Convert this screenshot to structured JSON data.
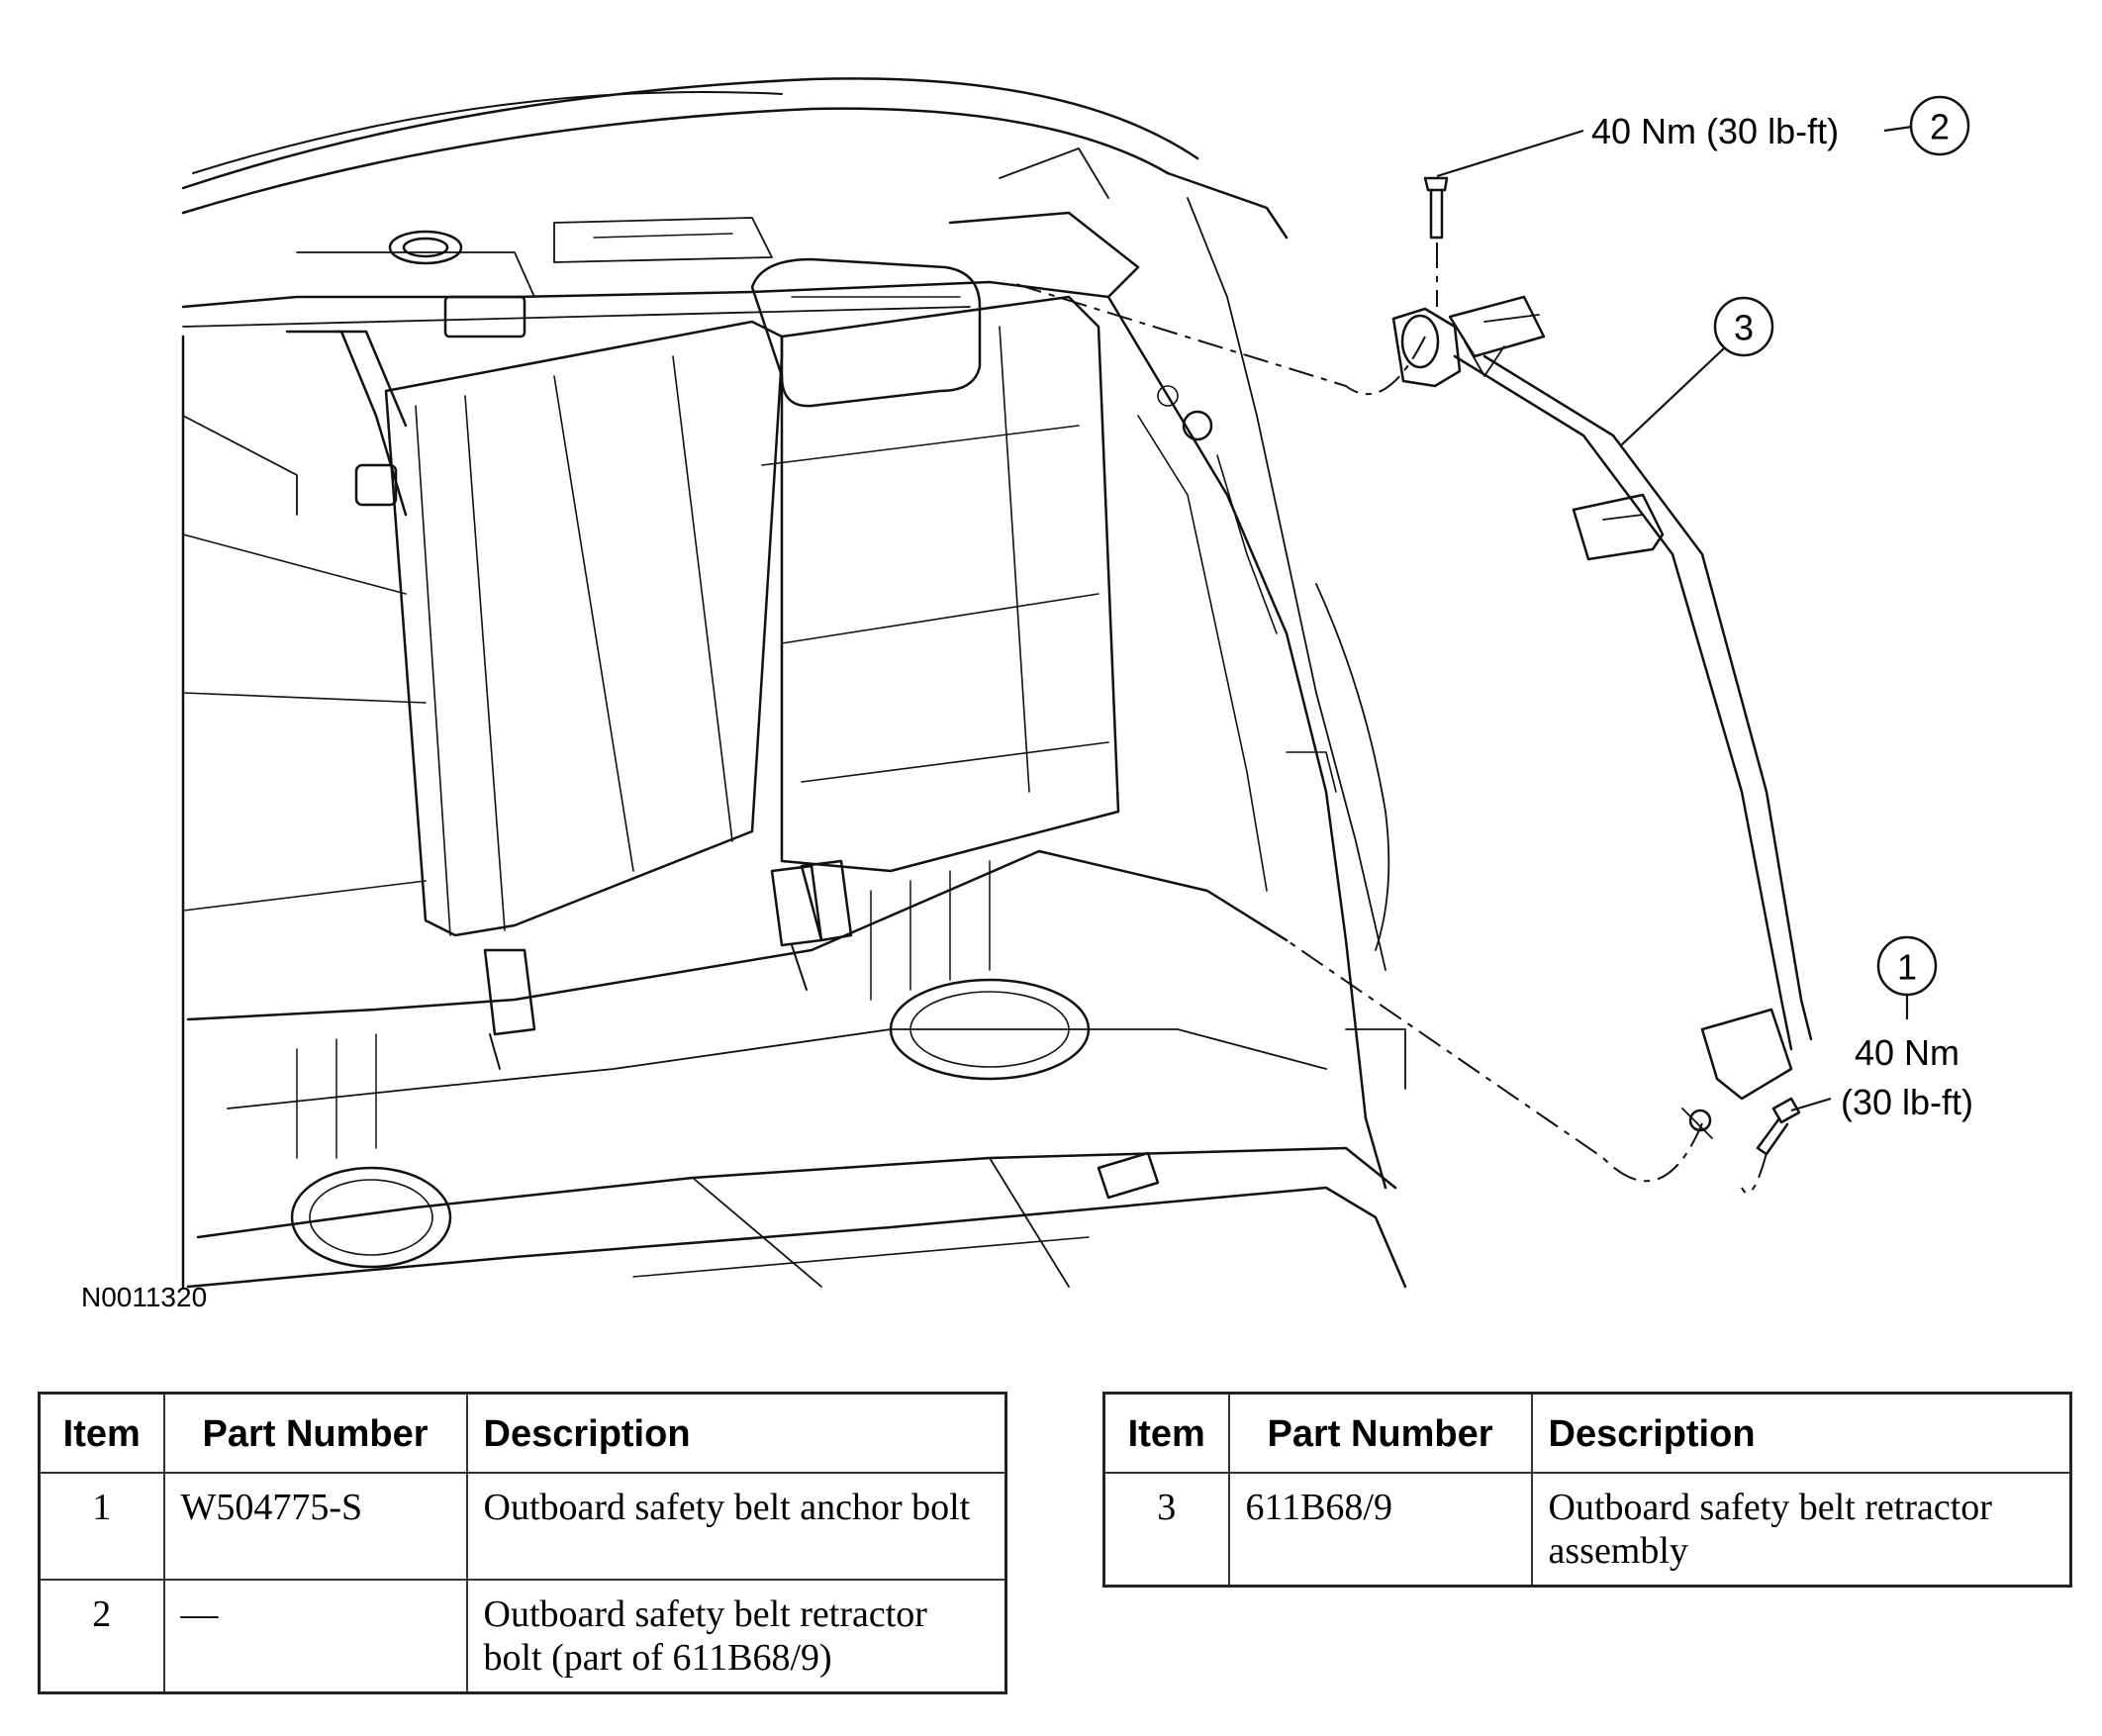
{
  "figure": {
    "id": "N0011320",
    "callouts": [
      {
        "number": "2",
        "torque": "40 Nm (30 lb-ft)"
      },
      {
        "number": "3"
      },
      {
        "number": "1",
        "torque_line1": "40 Nm",
        "torque_line2": "(30 lb-ft)"
      }
    ]
  },
  "table_headers": {
    "item": "Item",
    "part_number": "Part Number",
    "description": "Description"
  },
  "tables": [
    {
      "rows": [
        {
          "item": "1",
          "part_number": "W504775-S",
          "description": "Outboard safety belt anchor bolt"
        },
        {
          "item": "2",
          "part_number": "—",
          "description": "Outboard safety belt retractor bolt (part of 611B68/9)"
        }
      ]
    },
    {
      "rows": [
        {
          "item": "3",
          "part_number": "611B68/9",
          "description": "Outboard safety belt retractor assembly"
        }
      ]
    }
  ]
}
